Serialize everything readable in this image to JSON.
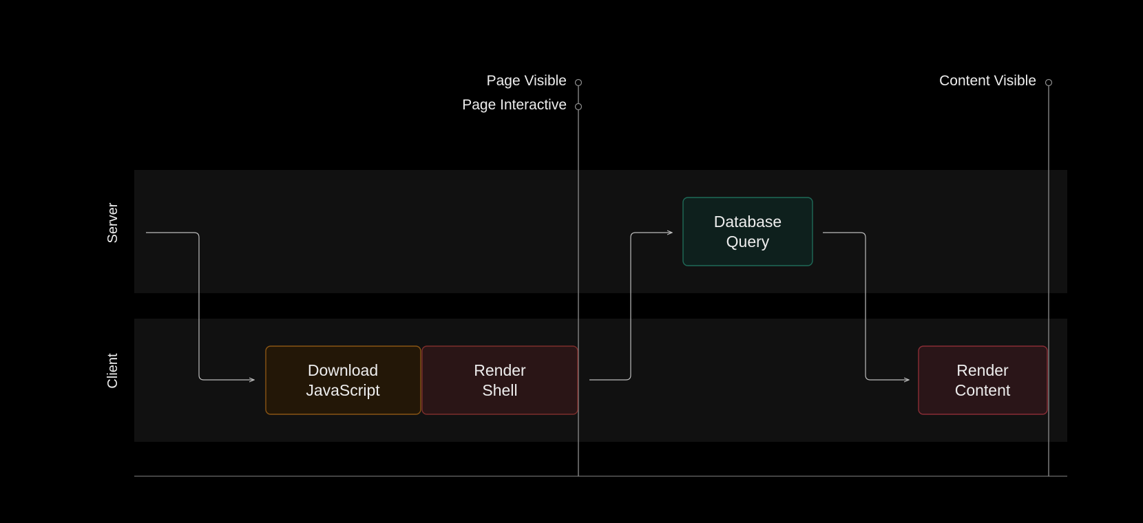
{
  "lanes": {
    "server_label": "Server",
    "client_label": "Client"
  },
  "markers": {
    "page_visible": "Page Visible",
    "page_interactive": "Page Interactive",
    "content_visible": "Content Visible"
  },
  "boxes": {
    "download_js": {
      "line1": "Download",
      "line2": "JavaScript"
    },
    "render_shell": {
      "line1": "Render",
      "line2": "Shell"
    },
    "database_query": {
      "line1": "Database",
      "line2": "Query"
    },
    "render_content": {
      "line1": "Render",
      "line2": "Content"
    }
  },
  "colors": {
    "background": "#000000",
    "lane": "#111111",
    "download_fill": "#231707",
    "download_stroke": "#8a5514",
    "render_shell_fill": "#2a1516",
    "render_shell_stroke": "#7d2e2c",
    "database_fill": "#0e201d",
    "database_stroke": "#1f6a58",
    "render_content_fill": "#2a1518",
    "render_content_stroke": "#8a2d36"
  }
}
